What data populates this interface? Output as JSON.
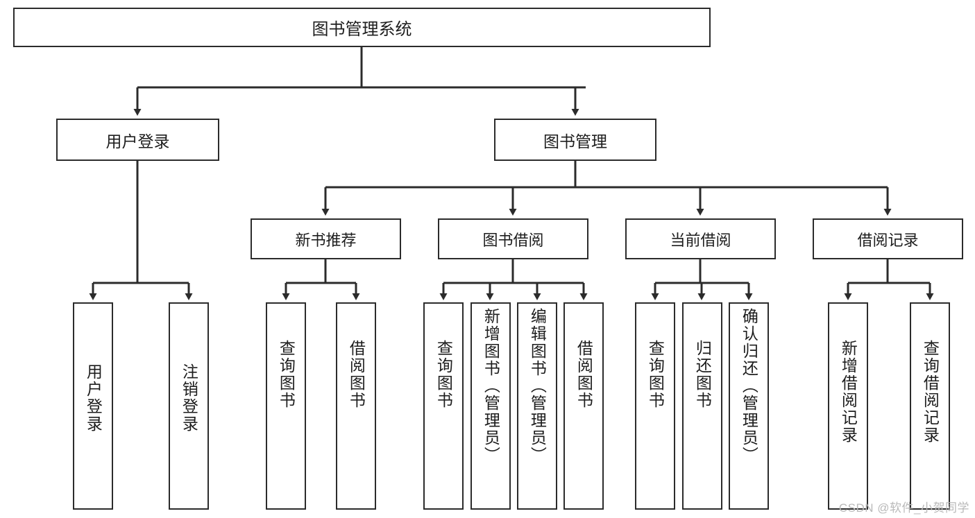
{
  "diagram": {
    "type": "tree-hierarchy",
    "title": "图书管理系统",
    "watermark": "CSDN @软件_小贺同学",
    "colors": {
      "box_border": "#2b2b2b",
      "box_fill": "#ffffff",
      "connector": "#2b2b2b",
      "text": "#1d1d1d",
      "watermark": "#b9b9b9"
    },
    "nodes": {
      "root": {
        "label": "图书管理系统"
      },
      "level1": [
        {
          "label": "用户登录"
        },
        {
          "label": "图书管理"
        }
      ],
      "level2": [
        {
          "label": "新书推荐"
        },
        {
          "label": "图书借阅"
        },
        {
          "label": "当前借阅"
        },
        {
          "label": "借阅记录"
        }
      ],
      "leaves": {
        "user_login": [
          {
            "label": "用户登录"
          },
          {
            "label": "注销登录"
          }
        ],
        "new_book_recommend": [
          {
            "label": "查询图书"
          },
          {
            "label": "借阅图书"
          }
        ],
        "book_borrow": [
          {
            "label": "查询图书"
          },
          {
            "label": "新增图书（管理员）"
          },
          {
            "label": "编辑图书（管理员）"
          },
          {
            "label": "借阅图书"
          }
        ],
        "current_borrow": [
          {
            "label": "查询图书"
          },
          {
            "label": "归还图书"
          },
          {
            "label": "确认归还（管理员）"
          }
        ],
        "borrow_record": [
          {
            "label": "新增借阅记录"
          },
          {
            "label": "查询借阅记录"
          }
        ]
      }
    }
  }
}
